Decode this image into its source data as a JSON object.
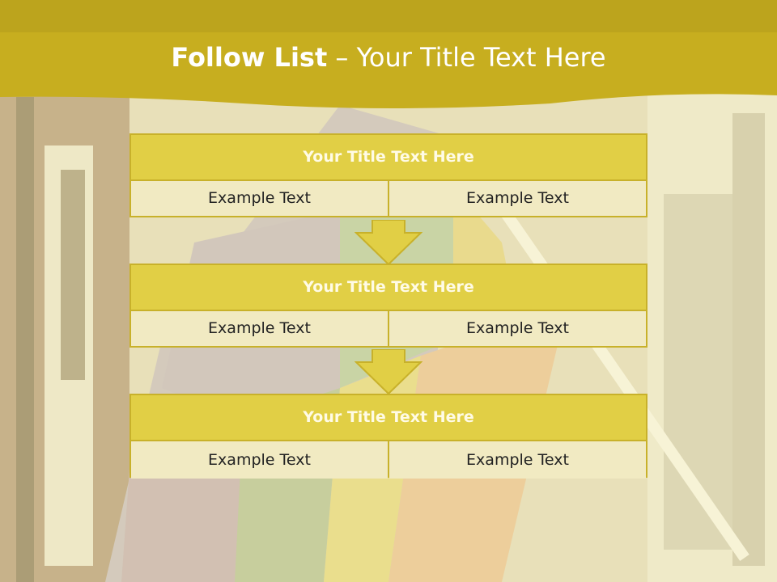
{
  "title": {
    "bold": "Follow List",
    "rest": "– Your Title Text Here"
  },
  "colors": {
    "banner": "#c7ae1f",
    "header": "#e1cf45",
    "cell": "#f1eac2",
    "border": "#c8b12a"
  },
  "blocks": [
    {
      "title": "Your Title Text Here",
      "left": "Example Text",
      "right": "Example Text"
    },
    {
      "title": "Your Title Text Here",
      "left": "Example Text",
      "right": "Example Text"
    },
    {
      "title": "Your Title Text Here",
      "left": "Example Text",
      "right": "Example Text"
    }
  ]
}
